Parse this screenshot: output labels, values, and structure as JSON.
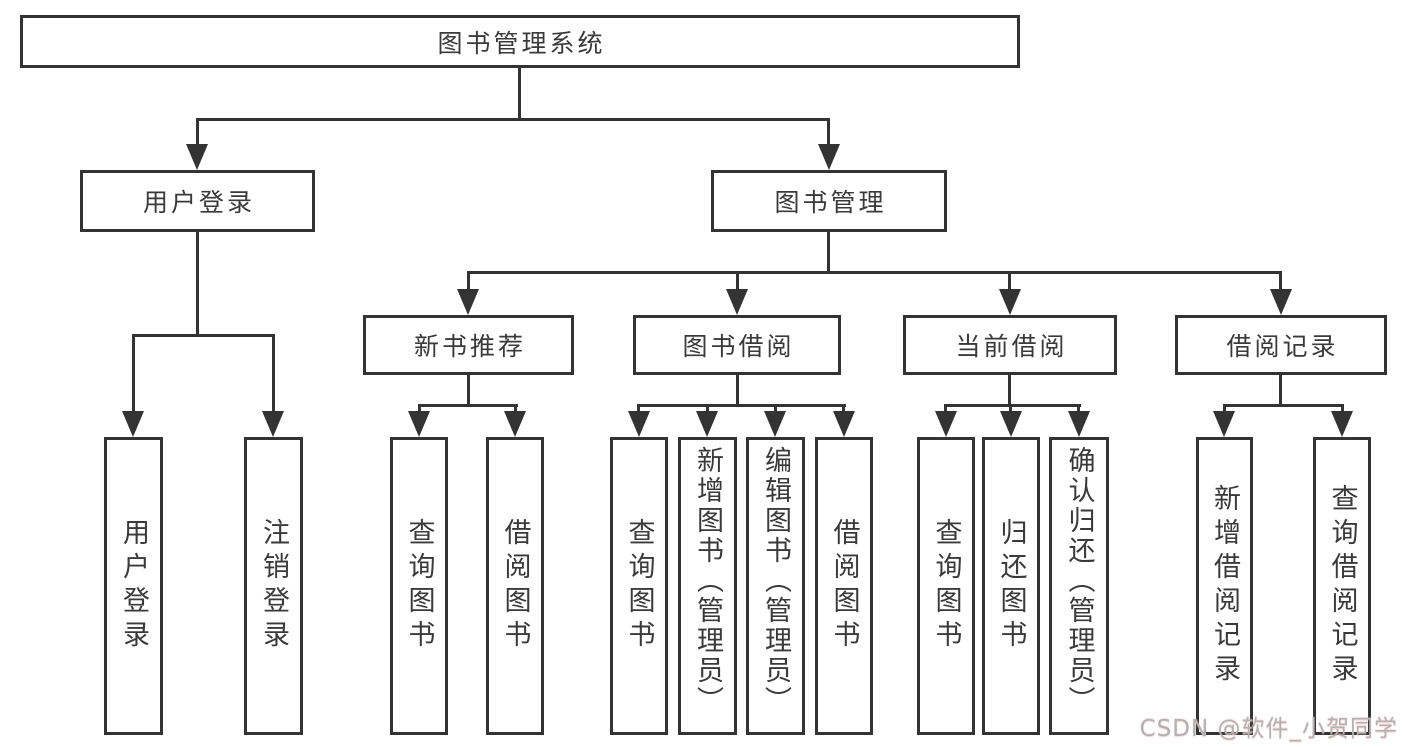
{
  "tree": {
    "root": {
      "label": "图书管理系统"
    },
    "branches": [
      {
        "label": "用户登录",
        "children": [
          {
            "label": "用户登录"
          },
          {
            "label": "注销登录"
          }
        ]
      },
      {
        "label": "图书管理",
        "children": [
          {
            "label": "新书推荐",
            "children": [
              {
                "label": "查询图书"
              },
              {
                "label": "借阅图书"
              }
            ]
          },
          {
            "label": "图书借阅",
            "children": [
              {
                "label": "查询图书"
              },
              {
                "label": "新增图书（管理员）"
              },
              {
                "label": "编辑图书（管理员）"
              },
              {
                "label": "借阅图书"
              }
            ]
          },
          {
            "label": "当前借阅",
            "children": [
              {
                "label": "查询图书"
              },
              {
                "label": "归还图书"
              },
              {
                "label": "确认归还（管理员）"
              }
            ]
          },
          {
            "label": "借阅记录",
            "children": [
              {
                "label": "新增借阅记录"
              },
              {
                "label": "查询借阅记录"
              }
            ]
          }
        ]
      }
    ]
  },
  "watermark": {
    "text": "CSDN @软件_小贺同学"
  },
  "colors": {
    "line": "#333333",
    "box_border": "#333333",
    "text": "#3a3a3a",
    "background": "#ffffff",
    "watermark_gray": "#b3b1b2",
    "watermark_pink": "#f3b7c0"
  }
}
